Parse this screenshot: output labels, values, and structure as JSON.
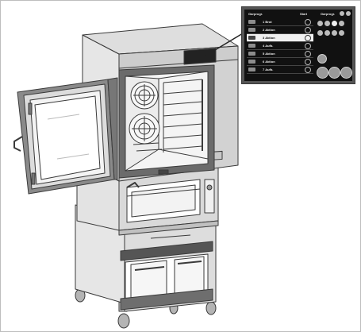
{
  "panel": {
    "header_left": "Garprogr.",
    "header_mid": "Start",
    "header_right": "Garprogr.",
    "programs": [
      {
        "label": "1 Brot",
        "selected": false,
        "icon": "tray-icon"
      },
      {
        "label": "2 Aktion",
        "selected": false,
        "icon": "tray-icon"
      },
      {
        "label": "3 Aktion",
        "selected": true,
        "icon": "steam-icon"
      },
      {
        "label": "4 Aufb.",
        "selected": false,
        "icon": "tray-icon"
      },
      {
        "label": "5 Aktion",
        "selected": false,
        "icon": "tray-icon"
      },
      {
        "label": "6 Aktion",
        "selected": false,
        "icon": "tray-icon"
      },
      {
        "label": "7 Aufb.",
        "selected": false,
        "icon": "tray-icon"
      }
    ]
  },
  "colors": {
    "outline": "#3a3a3a",
    "steel_light": "#e3e3e3",
    "steel_mid": "#cfcfcf",
    "steel_dark": "#8c8c8c",
    "glass": "#f1f1f1",
    "panel_bg": "#111111"
  }
}
